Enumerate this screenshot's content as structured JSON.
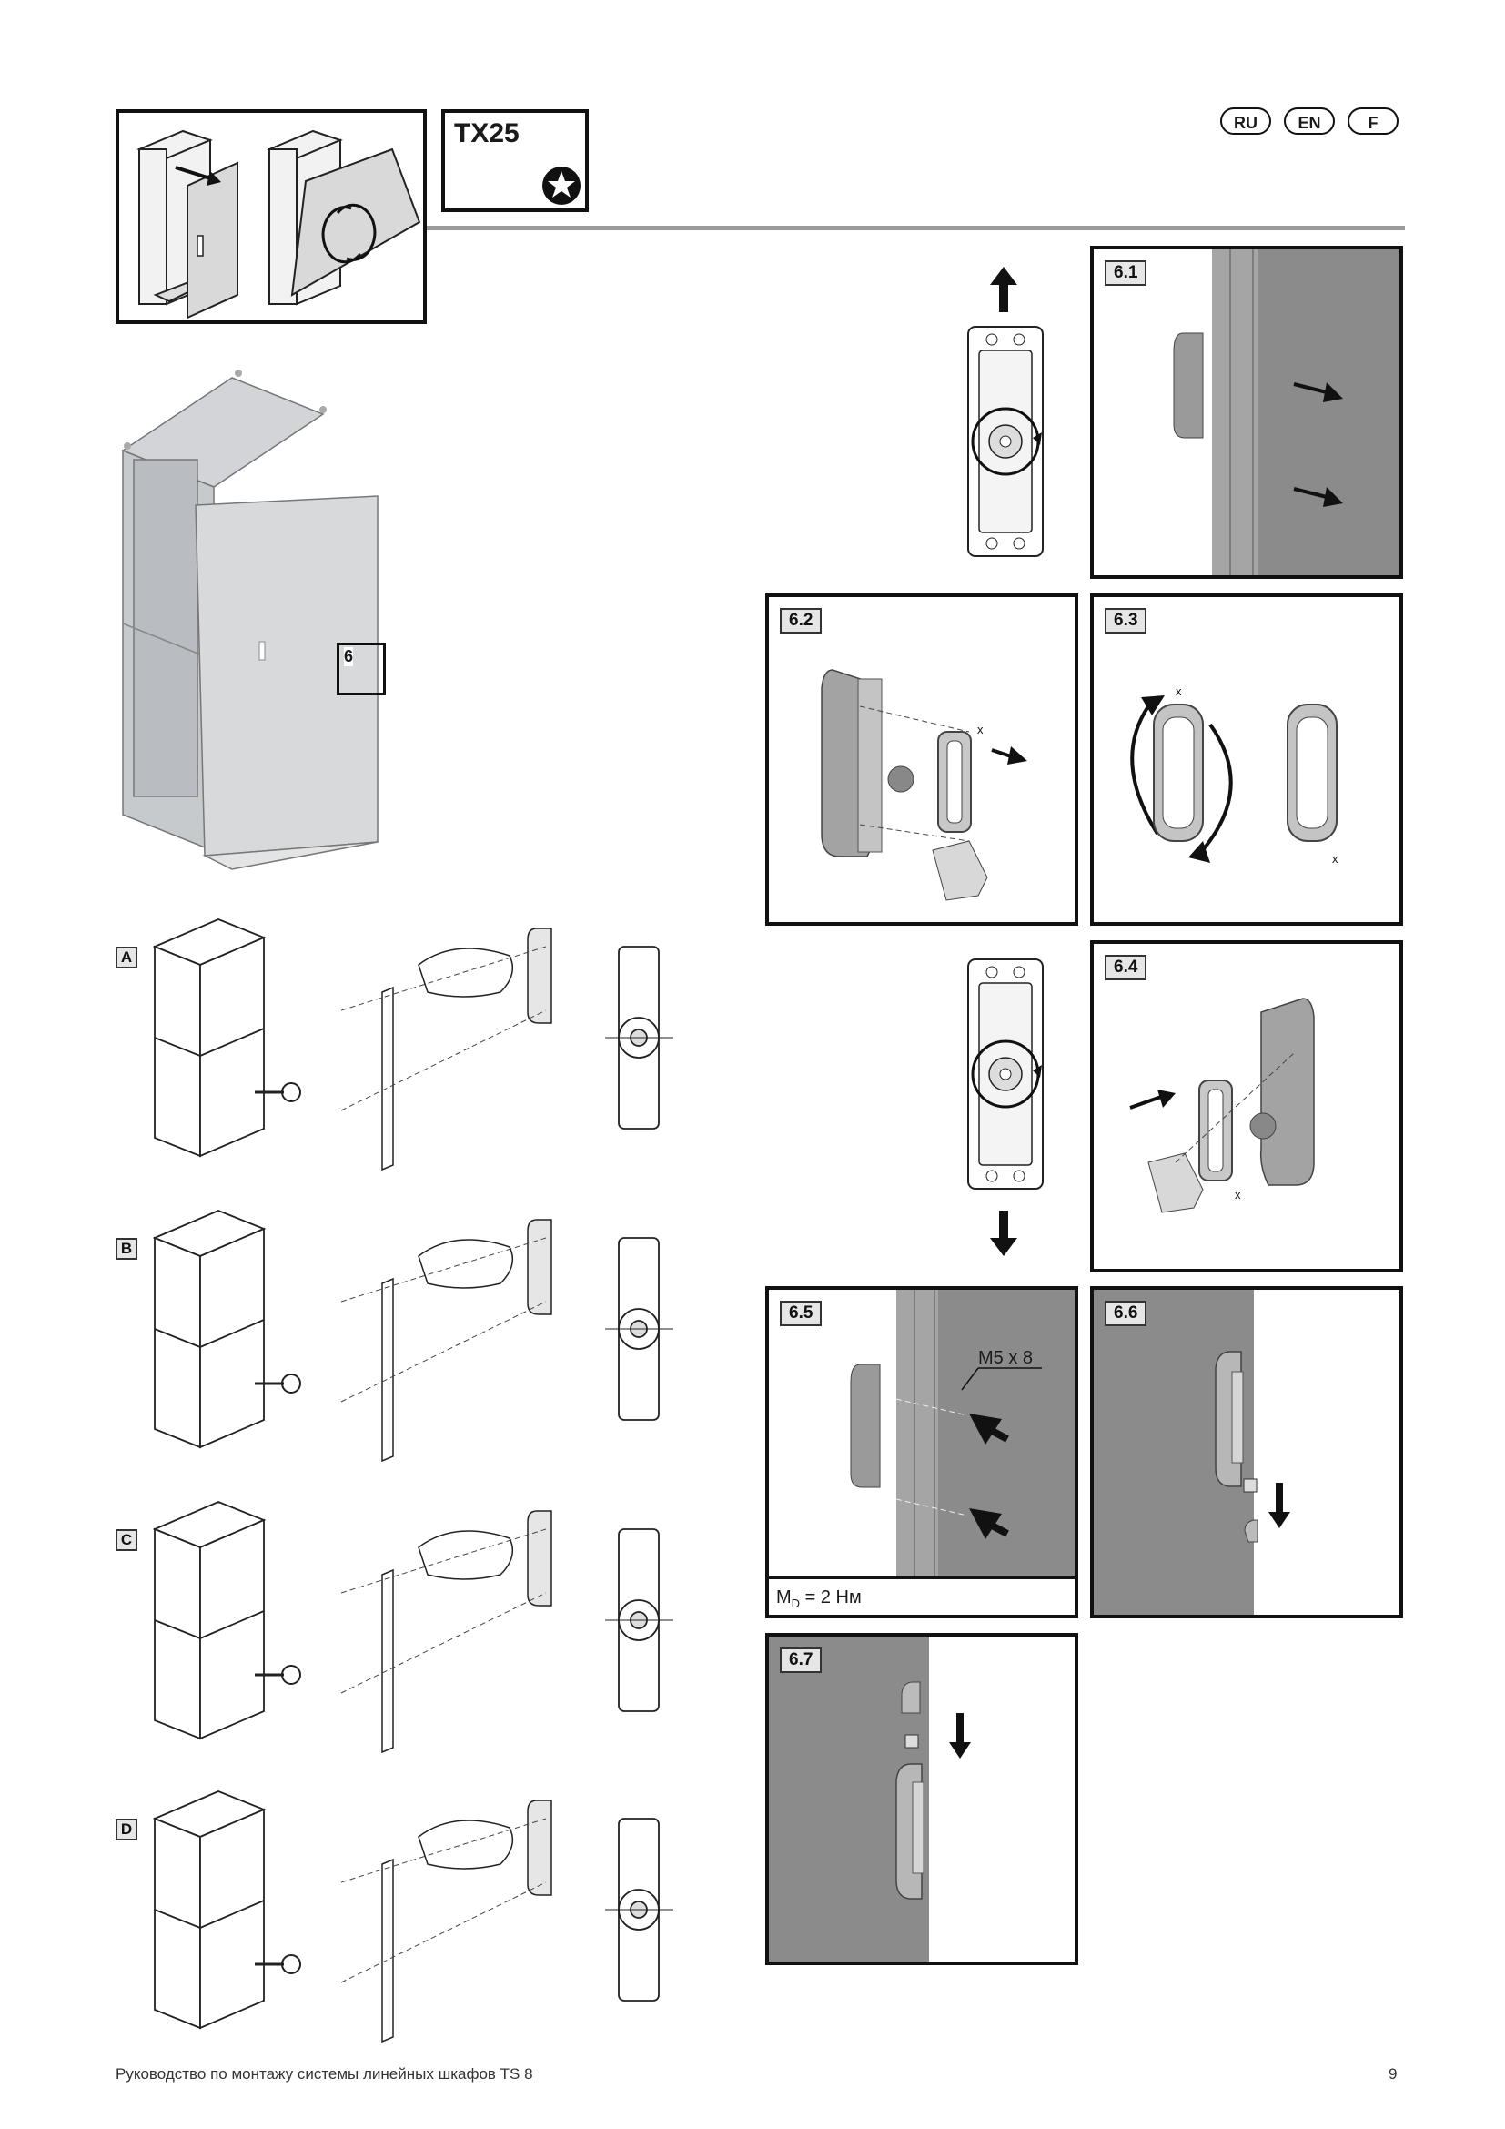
{
  "header": {
    "tool_label": "TX25",
    "languages": [
      "RU",
      "EN",
      "F"
    ]
  },
  "overview": {
    "callout_label": "6"
  },
  "rows": [
    {
      "label": "A"
    },
    {
      "label": "B"
    },
    {
      "label": "C"
    },
    {
      "label": "D"
    }
  ],
  "steps": {
    "s6_1": "6.1",
    "s6_2": "6.2",
    "s6_3": "6.3",
    "s6_4": "6.4",
    "s6_5": "6.5",
    "s6_6": "6.6",
    "s6_7": "6.7"
  },
  "annotations": {
    "screw_spec": "M5 x 8",
    "torque_prefix": "M",
    "torque_sub": "D",
    "torque_rest": " = 2 Нм",
    "mark_x": "x"
  },
  "footer": {
    "title": "Руководство по монтажу системы линейных шкафов TS 8",
    "page_number": "9"
  },
  "icons": [
    "star-icon",
    "arrow-up-icon",
    "arrow-down-icon",
    "rotate-arrows-icon",
    "gear-icon"
  ]
}
